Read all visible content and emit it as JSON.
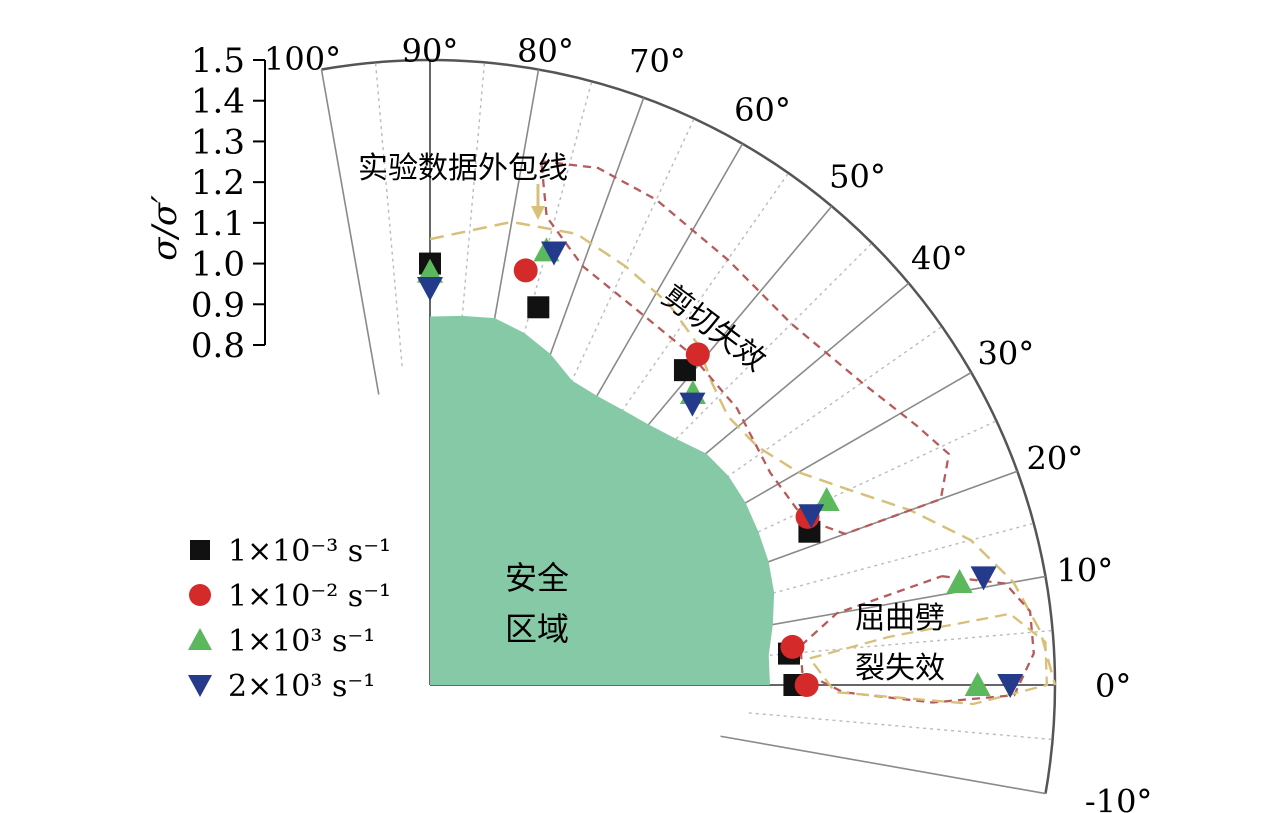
{
  "chart_data": {
    "type": "scatter",
    "polar": true,
    "radial_axis": {
      "label": "σ/σ′",
      "range": [
        0.8,
        1.5
      ],
      "ticks": [
        "0.8",
        "0.9",
        "1.0",
        "1.1",
        "1.2",
        "1.3",
        "1.4",
        "1.5"
      ]
    },
    "angular_axis": {
      "unit": "°",
      "range": [
        -10,
        100
      ],
      "ticks": [
        "-10°",
        "0°",
        "10°",
        "20°",
        "30°",
        "40°",
        "50°",
        "60°",
        "70°",
        "80°",
        "90°",
        "100°"
      ],
      "tick_values": [
        -10,
        0,
        10,
        20,
        30,
        40,
        50,
        60,
        70,
        80,
        90,
        100
      ]
    },
    "series": [
      {
        "name": "1×10⁻³ s⁻¹",
        "marker": "square",
        "color": "#111111",
        "points": [
          {
            "theta": 90,
            "r": 1.0
          },
          {
            "theta": 74,
            "r": 0.93
          },
          {
            "theta": 51,
            "r": 0.96
          },
          {
            "theta": 22,
            "r": 0.97
          },
          {
            "theta": 5,
            "r": 0.85
          },
          {
            "theta": 0,
            "r": 0.86
          }
        ]
      },
      {
        "name": "1×10⁻² s⁻¹",
        "marker": "circle",
        "color": "#d42a2a",
        "points": [
          {
            "theta": 77,
            "r": 1.01
          },
          {
            "theta": 51,
            "r": 1.01
          },
          {
            "theta": 24,
            "r": 0.98
          },
          {
            "theta": 6,
            "r": 0.86
          },
          {
            "theta": 0,
            "r": 0.89
          }
        ]
      },
      {
        "name": "1×10³ s⁻¹",
        "marker": "triangle-up",
        "color": "#5cb85c",
        "points": [
          {
            "theta": 90,
            "r": 0.98
          },
          {
            "theta": 75,
            "r": 1.07
          },
          {
            "theta": 48,
            "r": 0.93
          },
          {
            "theta": 25,
            "r": 1.04
          },
          {
            "theta": 11,
            "r": 1.29
          },
          {
            "theta": 0,
            "r": 1.31
          }
        ]
      },
      {
        "name": "2×10³ s⁻¹",
        "marker": "triangle-down",
        "color": "#243b8c",
        "points": [
          {
            "theta": 90,
            "r": 0.94
          },
          {
            "theta": 74,
            "r": 1.07
          },
          {
            "theta": 47,
            "r": 0.91
          },
          {
            "theta": 24,
            "r": 0.99
          },
          {
            "theta": 11,
            "r": 1.35
          },
          {
            "theta": 0,
            "r": 1.39
          }
        ]
      }
    ],
    "annotations": [
      "实验数据外包线",
      "剪切失效",
      "屈曲劈",
      "裂失效",
      "安全",
      "区域"
    ],
    "legend_position": "left",
    "colors": {
      "safe_region": "#86c9a6",
      "envelope_red": "#b85a5a",
      "envelope_yellow": "#d9c07a",
      "axis": "#555555",
      "grid": "#bbbbbb"
    }
  }
}
